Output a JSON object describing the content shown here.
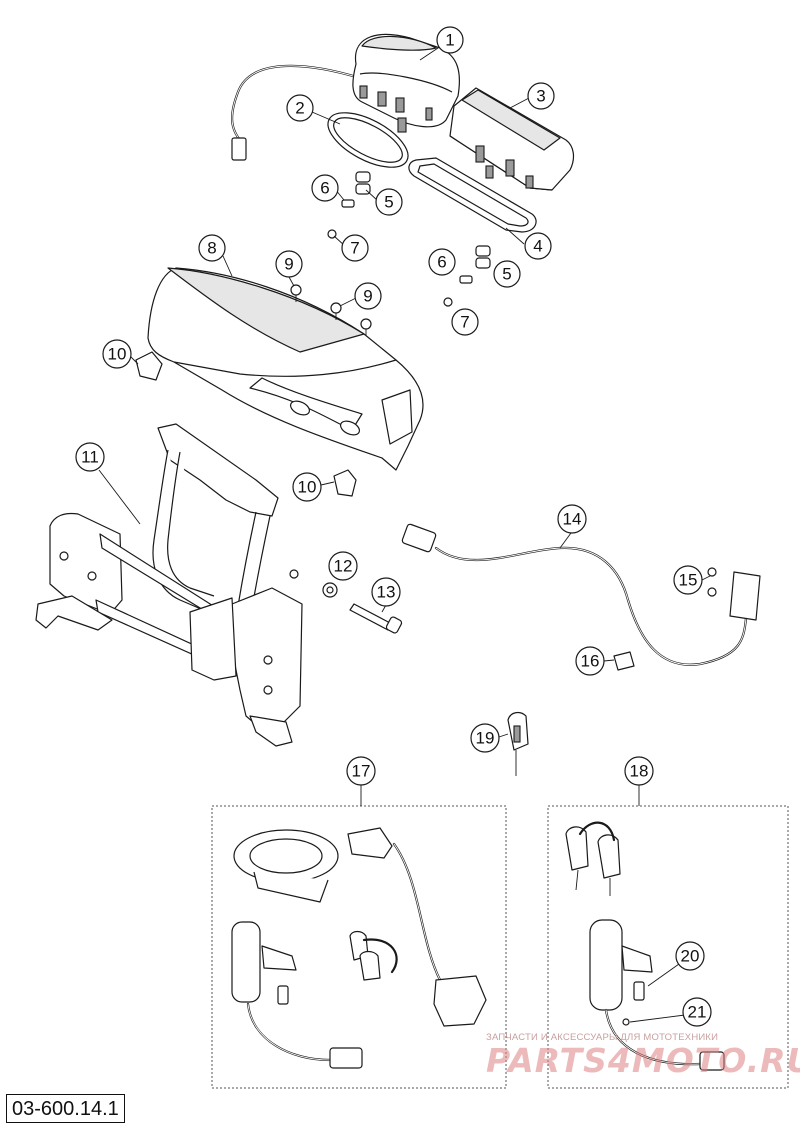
{
  "diagram_code": "03-600.14.1",
  "watermark": {
    "tagline": "ЗАПЧАСТИ И АКСЕССУАРЫ ДЛЯ МОТОТЕХНИКИ",
    "logo_text": "PARTS4MOTO.RU"
  },
  "callouts": [
    "1",
    "2",
    "3",
    "4",
    "5",
    "5",
    "6",
    "6",
    "7",
    "7",
    "8",
    "9",
    "9",
    "10",
    "10",
    "11",
    "12",
    "13",
    "14",
    "15",
    "16",
    "17",
    "18",
    "19",
    "20",
    "21"
  ],
  "colors": {
    "line": "#1a1a1a",
    "background": "#ffffff",
    "watermark": "#d98a8a"
  }
}
